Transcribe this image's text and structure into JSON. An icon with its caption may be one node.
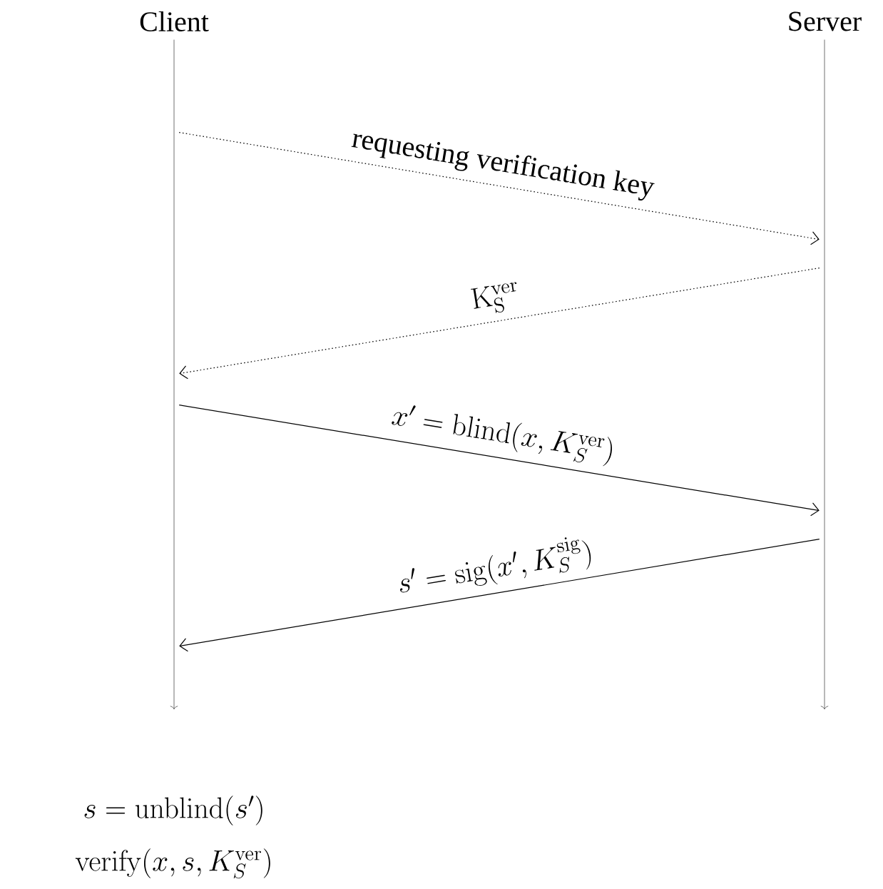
{
  "diagram": {
    "nodes": [
      {
        "text": [],
        "shape": "line",
        "beside": [
          "Client"
        ]
      },
      {
        "text": [],
        "shape": "line",
        "beside": [
          "Server"
        ]
      }
    ],
    "edges": [
      {
        "from": 0,
        "to": 1,
        "arrow": "to",
        "label": "requesting verification key",
        "style": "dashed"
      },
      {
        "from": 1,
        "to": 0,
        "arrow": "to",
        "label": "\\mathrm{K}_\\mathrm{S}^\\mathrm{ver}",
        "style": "dashed"
      },
      {
        "from": 0,
        "to": 1,
        "arrow": "to",
        "label": "x' = \\mathrm{blind}(x, K_S^\\mathrm{ver})"
      },
      {
        "from": 1,
        "to": 0,
        "arrow": "to",
        "label": "s' = \\mathrm{sig}(x', K_S^\\mathrm{sig})"
      }
    ],
    "labels": [
      "s = \\mathrm{unblind}(s')",
      "\\mathrm{verify}(x, s, K_S^\\mathrm{ver})"
    ]
  }
}
